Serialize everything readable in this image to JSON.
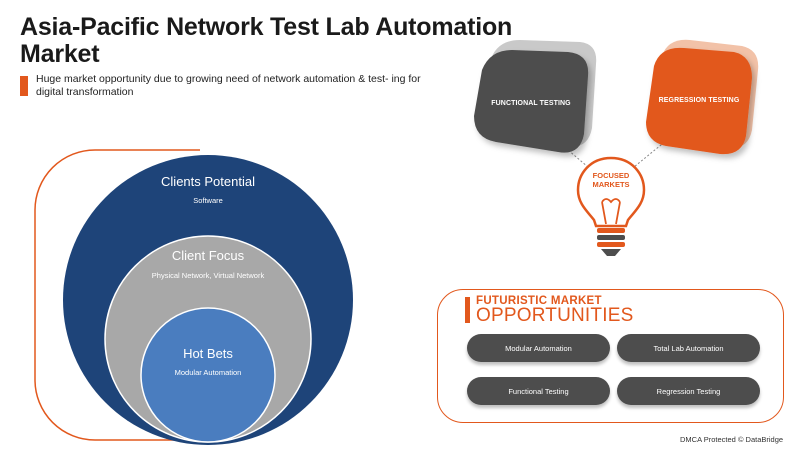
{
  "header": {
    "title": "Asia-Pacific Network Test Lab Automation Market",
    "subtitle": "Huge market opportunity due to growing need of network automation & test- ing for digital transformation"
  },
  "circles": {
    "outer": {
      "title": "Clients Potential",
      "sub": "Software",
      "color": "#1e4479"
    },
    "middle": {
      "title": "Client Focus",
      "sub": "Physical Network, Virtual Network",
      "color": "#a8a8a8"
    },
    "inner": {
      "title": "Hot Bets",
      "sub": "Modular Automation",
      "color": "#4a7dbf"
    }
  },
  "focus": {
    "left_label": "FUNCTIONAL TESTING",
    "right_label": "REGRESSION TESTING",
    "bulb_line1": "FOCUSED",
    "bulb_line2": "MARKETS"
  },
  "opportunities": {
    "heading1": "FUTURISTIC MARKET",
    "heading2": "OPPORTUNITIES",
    "items": [
      "Modular Automation",
      "Total Lab Automation",
      "Functional Testing",
      "Regression Testing"
    ]
  },
  "watermark": "DMCA Protected © DataBridge",
  "colors": {
    "accent": "#e2581d",
    "dark_gray": "#4d4d4d",
    "navy": "#1e4479"
  }
}
